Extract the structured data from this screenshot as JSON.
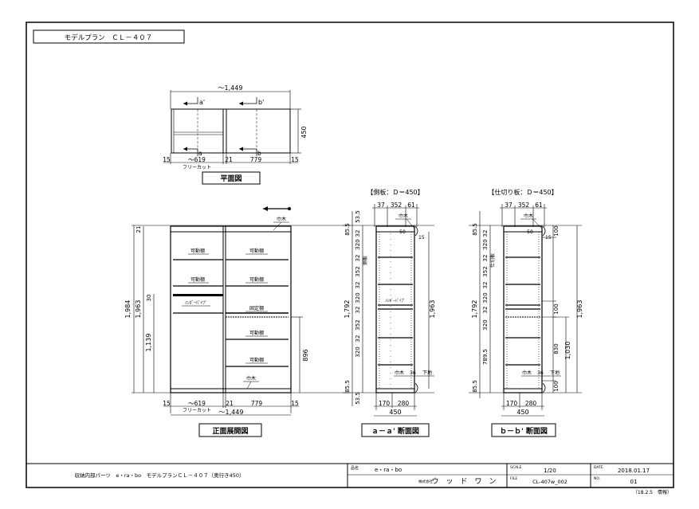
{
  "title_box": {
    "label": "モデルプラン　ＣＬ－４０７"
  },
  "plan": {
    "overall_width": "～1,449",
    "depth": "450",
    "arrow_a_top": "a'",
    "arrow_b_top": "b'",
    "arrow_a_bottom": "a",
    "arrow_b_bottom": "b",
    "dim_15_left": "15",
    "dim_619": "～619",
    "dim_21": "21",
    "dim_779": "779",
    "dim_15_right": "15",
    "free_cut": "フリーカット",
    "caption": "平面図"
  },
  "front": {
    "caption": "正面展開図",
    "shelf_labels": [
      "可動棚",
      "可動棚",
      "可動棚",
      "可動棚",
      "可動棚",
      "可動棚"
    ],
    "fixed_shelf": "固定棚",
    "pole": "ﾊﾝｶﾞｰﾊﾟｲﾌﾟ",
    "top_label": "巾木",
    "bottom_label": "巾木",
    "h_1984": "1,984",
    "h_1963": "1,963",
    "h_1139": "1,139",
    "h_21": "21",
    "h_30": "30",
    "h_896": "896",
    "dim_15_left": "15",
    "dim_619": "～619",
    "dim_21": "21",
    "dim_779": "779",
    "dim_15_right": "15",
    "free_cut": "フリーカット",
    "overall_width": "～1,449"
  },
  "section_a": {
    "header": "【側板：Ｄ＝450】",
    "caption": "ａ－ａ' 断面図",
    "top_dims": [
      "37",
      "352",
      "61"
    ],
    "bottom_dims": [
      "170",
      "280"
    ],
    "depth": "450",
    "left_dims": [
      "53.5",
      "85.5",
      "32",
      "320",
      "32",
      "352",
      "32",
      "320",
      "32",
      "352",
      "32",
      "320",
      "85.5",
      "53.5"
    ],
    "h_1792": "1,792",
    "h_1963": "1,963",
    "label_side": "側板",
    "label_top": "巾木",
    "label_bottom_a": "巾木",
    "label_bottom_b": "下地",
    "small_15": "15",
    "small_50": "50",
    "small_36": "36",
    "pole": "ﾊﾝｶﾞｰﾊﾟｲﾌﾟ"
  },
  "section_b": {
    "header": "【仕切り板：Ｄ＝450】",
    "caption": "ｂ－ｂ' 断面図",
    "top_dims": [
      "37",
      "352",
      "61"
    ],
    "bottom_dims": [
      "170",
      "280"
    ],
    "depth": "450",
    "left_dims": [
      "85.5",
      "32",
      "320",
      "32",
      "352",
      "32",
      "320",
      "32",
      "320",
      "789.5",
      "85.5"
    ],
    "h_1792": "1,792",
    "h_1963": "1,963",
    "h_100_top": "100",
    "h_100_mid": "100",
    "h_100_bot": "100",
    "h_830": "830",
    "h_1030": "1,030",
    "label_side": "仕切板",
    "label_top": "巾木",
    "label_bottom_a": "巾木",
    "label_bottom_b": "下地",
    "small_15": "15",
    "small_50": "50",
    "small_36": "36"
  },
  "titleblock": {
    "description": "収納内部パーツ　e・ra・bo　モデルプランＣＬ－４０７（奥行き450）",
    "name_label": "品名",
    "name_value": "e・ra・bo",
    "company_label": "株式会社",
    "company_value": "ウ　ッ　ド　ワ　ン",
    "scale_label": "SCALE",
    "scale_value": "1/20",
    "file_label": "FILE",
    "file_value": "CL-407w_002",
    "date_label": "DATE",
    "date_value": "2018.01.17",
    "no_label": "NO.",
    "no_value": "01",
    "footer": "（18.2.5　情報）"
  }
}
